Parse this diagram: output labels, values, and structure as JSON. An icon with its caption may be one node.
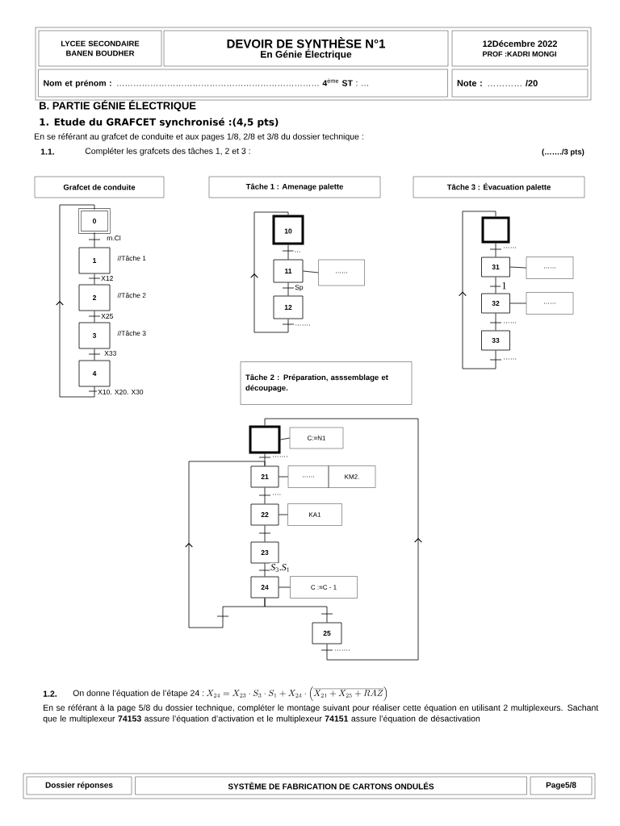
{
  "diagram": {
    "nodes": [
      {
        "text": [
          "LYCEE SECONDAIRE BANEN BOUDHER"
        ]
      },
      {
        "text": [
          "DEVOIR DE SYNTHÈSE N°1",
          "En Génie Électrique"
        ]
      },
      {
        "text": [
          "12Décembre 2022",
          "PROF :KADRI MONGI"
        ]
      },
      {
        "text": [
          "**Nom et prénom :** ……………………………………………………………… **4**$^{ème}$ **ST** : …"
        ]
      },
      {
        "text": [
          "**Note :** ………… **/20**"
        ]
      },
      {
        "text": [
          "Grafcet de conduite"
        ]
      },
      {
        "text": [
          "Tâche 1 : Amenage palette"
        ]
      },
      {
        "text": [
          "Tâche 3 : Évacuation palette"
        ]
      },
      {
        "text": [
          "Tâche 2 : Préparation, asssemblage et découpage."
        ]
      },
      {
        "text": [
          "0"
        ]
      },
      {
        "text": [
          "1"
        ],
        "beside": [
          "//Tâche 1"
        ]
      },
      {
        "text": [
          "2"
        ],
        "beside": [
          "//Tâche 2"
        ]
      },
      {
        "text": [
          "3"
        ],
        "beside": [
          "//Tâche 3"
        ]
      },
      {
        "text": [
          "4"
        ]
      },
      {
        "text": [
          "10"
        ]
      },
      {
        "text": [
          "11"
        ]
      },
      {
        "text": [
          "……"
        ]
      },
      {
        "text": [
          "12"
        ]
      },
      {
        "text": [],
        "shape": "box"
      },
      {
        "text": [
          "31"
        ]
      },
      {
        "text": [
          "……"
        ]
      },
      {
        "text": [
          "32"
        ]
      },
      {
        "text": [
          "……"
        ]
      },
      {
        "text": [
          "33"
        ]
      },
      {
        "text": [],
        "shape": "box"
      },
      {
        "text": [
          "C:=N1"
        ]
      },
      {
        "text": [
          "21"
        ]
      },
      {
        "text": [
          "……"
        ]
      },
      {
        "text": [
          "KM2."
        ]
      },
      {
        "text": [
          "22"
        ]
      },
      {
        "text": [
          "KA1"
        ]
      },
      {
        "text": [
          "23"
        ]
      },
      {
        "text": [
          "24"
        ]
      },
      {
        "text": [
          "C :=C - 1"
        ]
      },
      {
        "text": [
          "25"
        ]
      },
      {
        "text": [
          "Dossier réponses"
        ]
      },
      {
        "text": [
          "SYSTÈME DE FABRICATION DE CARTONS ONDULÉS"
        ]
      },
      {
        "text": [
          "Page5/8"
        ]
      }
    ],
    "edges": [
      {
        "from": 9,
        "to": 10,
        "arrow": "none",
        "label": "m.Cl"
      },
      {
        "from": 10,
        "to": 11,
        "arrow": "none",
        "label": "X12"
      },
      {
        "from": 11,
        "to": 12,
        "arrow": "none",
        "label": "X25"
      },
      {
        "from": 12,
        "to": 13,
        "arrow": "none",
        "label": "X33"
      },
      {
        "from": 13,
        "to": 9,
        "arrow": "to",
        "label": "X10. X20. X30"
      },
      {
        "from": 14,
        "to": 15,
        "arrow": "none",
        "label": "…"
      },
      {
        "from": 15,
        "to": 16,
        "arrow": "none"
      },
      {
        "from": 15,
        "to": 17,
        "arrow": "none",
        "label": "Sp"
      },
      {
        "from": 17,
        "to": 14,
        "arrow": "to",
        "label": "……."
      },
      {
        "from": 18,
        "to": 19,
        "arrow": "none",
        "label": "……"
      },
      {
        "from": 19,
        "to": 20,
        "arrow": "none"
      },
      {
        "from": 19,
        "to": 21,
        "arrow": "none",
        "label": "1"
      },
      {
        "from": 21,
        "to": 22,
        "arrow": "none"
      },
      {
        "from": 21,
        "to": 23,
        "arrow": "none",
        "label": "……"
      },
      {
        "from": 23,
        "to": 18,
        "arrow": "to",
        "label": "……"
      },
      {
        "from": 24,
        "to": 25,
        "arrow": "none"
      },
      {
        "from": 24,
        "to": 26,
        "arrow": "none",
        "label": "……."
      },
      {
        "from": 26,
        "to": 27,
        "arrow": "none"
      },
      {
        "from": 26,
        "to": 29,
        "arrow": "none",
        "label": "…."
      },
      {
        "from": 29,
        "to": 30,
        "arrow": "none"
      },
      {
        "from": 29,
        "to": 31,
        "arrow": "none"
      },
      {
        "from": 31,
        "to": 32,
        "arrow": "none",
        "label": "*S*$_{3}$.*S*$_{1}$"
      },
      {
        "from": 32,
        "to": 33,
        "arrow": "none"
      },
      {
        "from": 32,
        "to": 26,
        "arrow": "to"
      },
      {
        "from": 32,
        "to": 34,
        "arrow": "none"
      },
      {
        "from": 34,
        "to": 24,
        "arrow": "to",
        "label": "……."
      }
    ],
    "labels": [
      "B. PARTIE GÉNIE ÉLECTRIQUE",
      "1. Etude du GRAFCET synchronisé :(4,5 pts)",
      "En se référant au grafcet de conduite et aux pages 1/8, 2/8 et 3/8 du dossier technique :",
      "1.1.",
      "Compléter les grafcets des tâches 1, 2 et 3 :",
      "(……./3 pts)",
      "1.2.",
      "On donne l’équation de l’étape 24 :",
      "X_{24}=X_{23}\\cdot S_{3}\\cdot S_{1}+X_{24}\\cdot\\left(\\overline{X_{21}+X_{25}+RAZ}\\right)",
      "En se référant à la page 5/8 du dossier technique, compléter le montage suivant pour réaliser cette équation en utilisant 2 multiplexeurs. Sachant que le multiplexeur **74153** assure l’équation d’activation et le multiplexeur **74151** assure l’équation de désactivation"
    ]
  }
}
